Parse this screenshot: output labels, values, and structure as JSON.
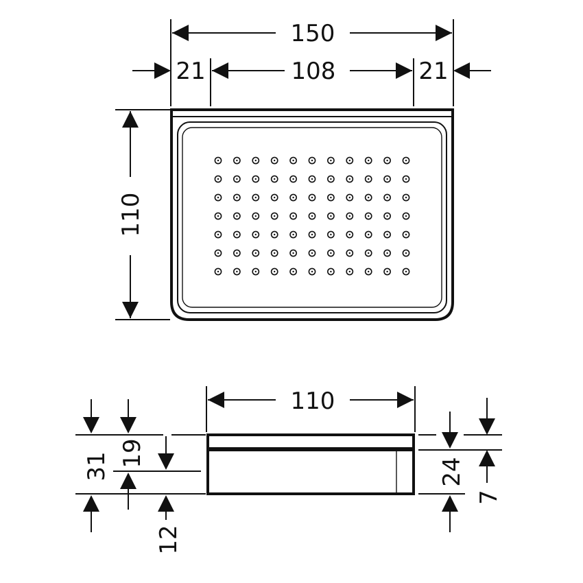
{
  "top_view": {
    "overall_width": "150",
    "side_margin_left": "21",
    "inner_width": "108",
    "side_margin_right": "21",
    "depth": "110",
    "drain_holes": {
      "rows": 7,
      "columns": 11
    }
  },
  "side_view": {
    "depth": "110",
    "total_height": "31",
    "body_height": "19",
    "bottom_offset": "12",
    "right_height": "24",
    "lip_height": "7"
  }
}
